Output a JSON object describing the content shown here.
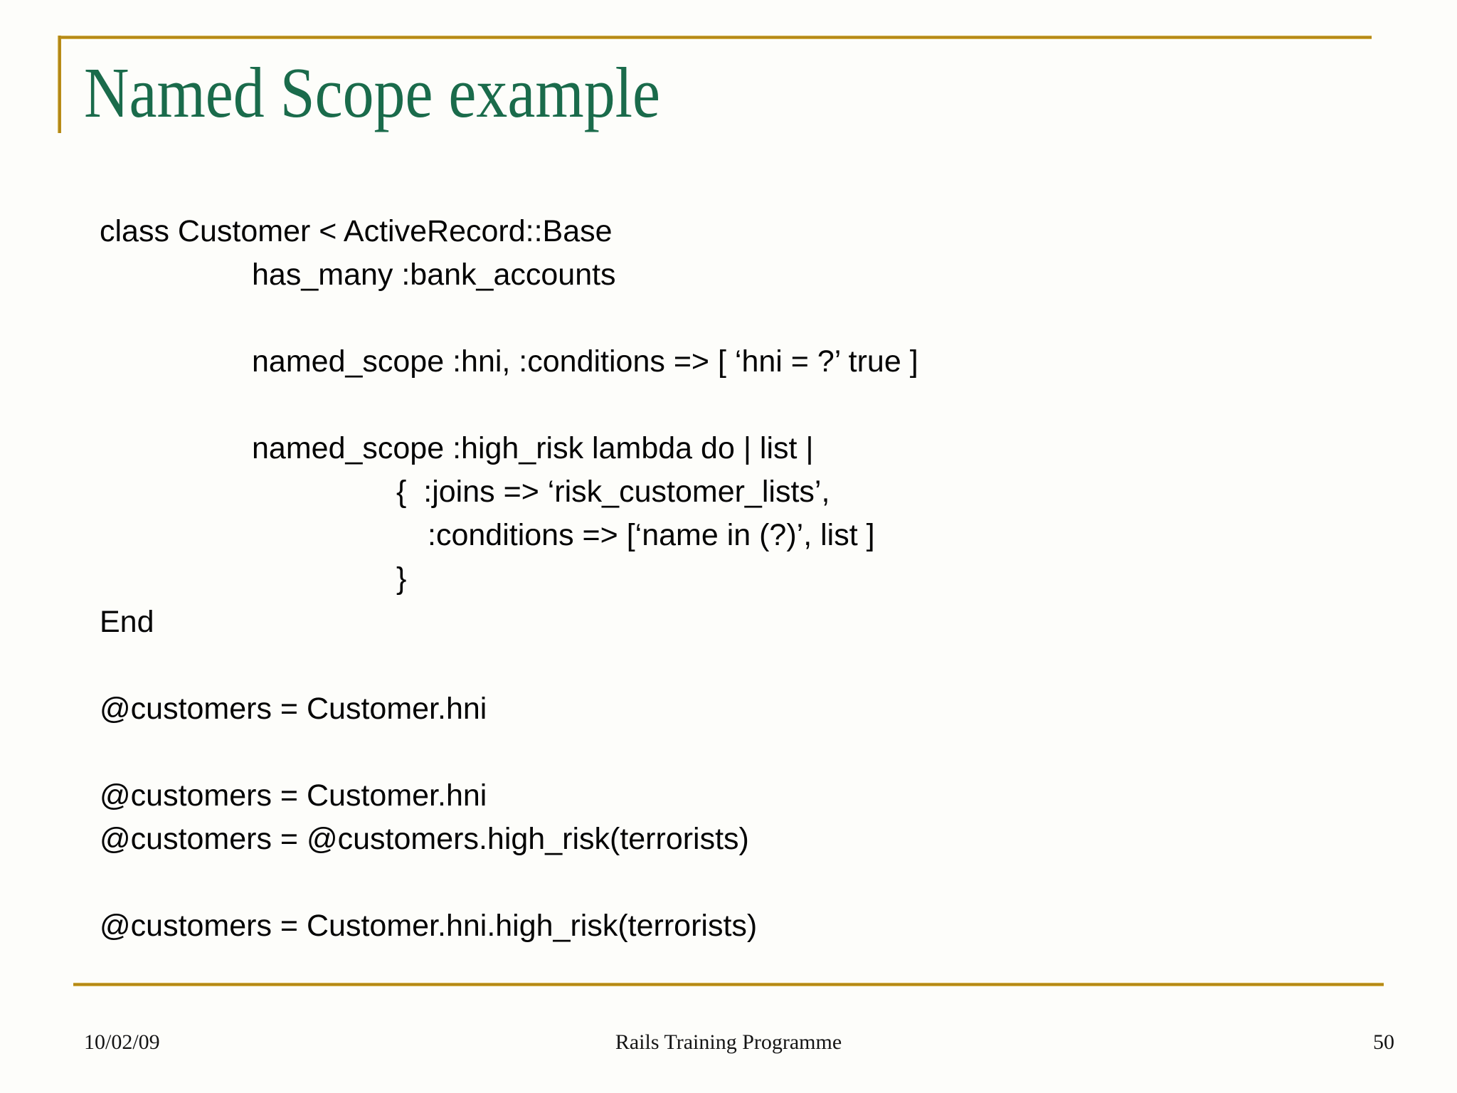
{
  "slide": {
    "title": "Named Scope example",
    "code": {
      "lines": [
        {
          "text": "class Customer < ActiveRecord::Base"
        },
        {
          "text": "has_many :bank_accounts"
        },
        {
          "text": ""
        },
        {
          "text": "named_scope :hni, :conditions => [ ‘hni = ?’ true ]"
        },
        {
          "text": ""
        },
        {
          "text": "named_scope :high_risk lambda do | list |"
        },
        {
          "text": "{  :joins => ‘risk_customer_lists’,"
        },
        {
          "text": ":conditions => [‘name in (?)’, list ]"
        },
        {
          "text": "}"
        },
        {
          "text": "End"
        },
        {
          "text": ""
        },
        {
          "text": "@customers = Customer.hni"
        },
        {
          "text": ""
        },
        {
          "text": "@customers = Customer.hni"
        },
        {
          "text": "@customers = @customers.high_risk(terrorists)"
        },
        {
          "text": ""
        },
        {
          "text": "@customers = Customer.hni.high_risk(terrorists)"
        }
      ]
    },
    "footer": {
      "date": "10/02/09",
      "center": "Rails Training Programme",
      "page": "50"
    },
    "colors": {
      "title_green": "#1a6b4b",
      "rule_gold": "#bb8d18",
      "background": "#fdfdfa",
      "text": "#040404"
    }
  }
}
